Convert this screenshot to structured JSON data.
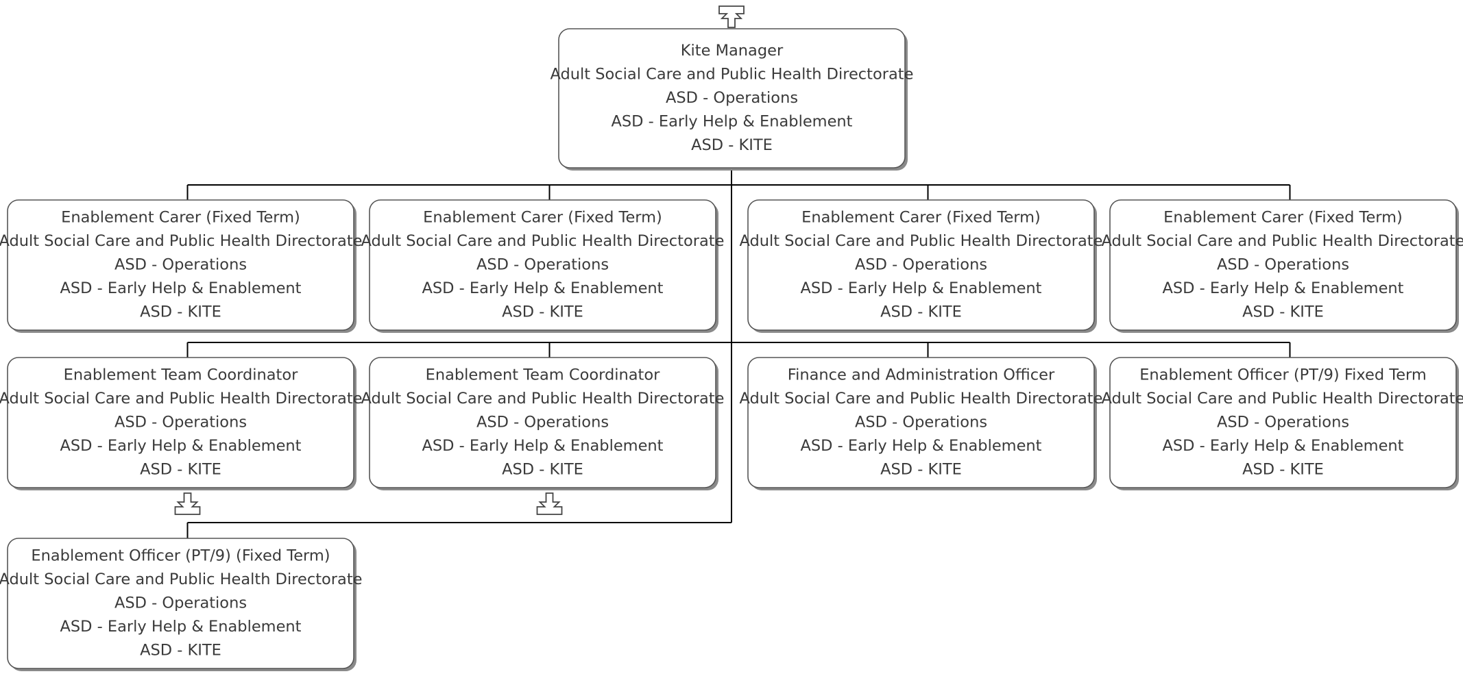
{
  "org_chart": {
    "root": {
      "title": "Kite Manager",
      "lines": [
        "Adult Social Care and Public Health Directorate",
        "ASD - Operations",
        "ASD - Early Help & Enablement",
        "ASD - KITE"
      ]
    },
    "reports": [
      {
        "title": "Enablement Carer (Fixed Term)",
        "lines": [
          "Adult Social Care and Public Health Directorate",
          "ASD - Operations",
          "ASD - Early Help & Enablement",
          "ASD - KITE"
        ]
      },
      {
        "title": "Enablement Carer (Fixed Term)",
        "lines": [
          "Adult Social Care and Public Health Directorate",
          "ASD - Operations",
          "ASD - Early Help & Enablement",
          "ASD - KITE"
        ]
      },
      {
        "title": "Enablement Carer (Fixed Term)",
        "lines": [
          "Adult Social Care and Public Health Directorate",
          "ASD - Operations",
          "ASD - Early Help & Enablement",
          "ASD - KITE"
        ]
      },
      {
        "title": "Enablement Carer (Fixed Term)",
        "lines": [
          "Adult Social Care and Public Health Directorate",
          "ASD - Operations",
          "ASD - Early Help & Enablement",
          "ASD - KITE"
        ]
      },
      {
        "title": "Enablement Team Coordinator",
        "lines": [
          "Adult Social Care and Public Health Directorate",
          "ASD - Operations",
          "ASD - Early Help & Enablement",
          "ASD - KITE"
        ],
        "expandable": true
      },
      {
        "title": "Enablement Team Coordinator",
        "lines": [
          "Adult Social Care and Public Health Directorate",
          "ASD - Operations",
          "ASD - Early Help & Enablement",
          "ASD - KITE"
        ],
        "expandable": true
      },
      {
        "title": "Finance and Administration Officer",
        "lines": [
          "Adult Social Care and Public Health Directorate",
          "ASD - Operations",
          "ASD - Early Help & Enablement",
          "ASD - KITE"
        ]
      },
      {
        "title": "Enablement Officer (PT/9) Fixed Term",
        "lines": [
          "Adult Social Care and Public Health Directorate",
          "ASD - Operations",
          "ASD - Early Help & Enablement",
          "ASD - KITE"
        ]
      },
      {
        "title": "Enablement Officer (PT/9) (Fixed Term)",
        "lines": [
          "Adult Social Care and Public Health Directorate",
          "ASD - Operations",
          "ASD - Early Help & Enablement",
          "ASD - KITE"
        ]
      }
    ]
  }
}
